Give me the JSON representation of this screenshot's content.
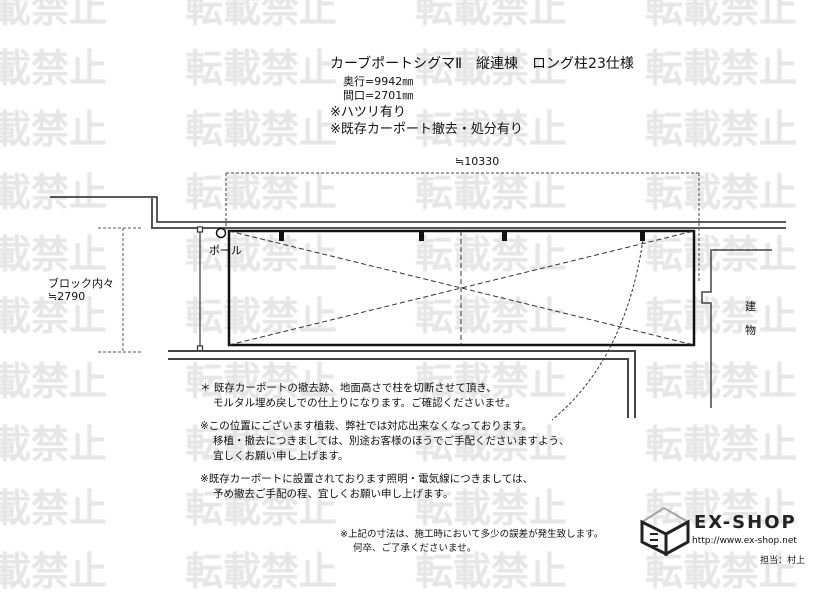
{
  "watermark_text": "転載禁止",
  "header": {
    "title": "カーブポートシグマⅡ　縦連棟　ロング柱23仕様",
    "depth": "奥行=9942㎜",
    "width": "間口=2701㎜",
    "note1": "※ハツリ有り",
    "note2": "※既存カーポート撤去・処分有り"
  },
  "dimensions": {
    "overall": "≒10330",
    "block_label": "ブロック内々",
    "block_value": "≒2790"
  },
  "labels": {
    "pole": "ポール",
    "building_1": "建",
    "building_2": "物"
  },
  "notes": {
    "n1_line1": "＊ 既存カーポートの撤去跡、地面高さで柱を切断させて頂き、",
    "n1_line2": "モルタル埋め戻しでの仕上りになります。ご確認くださいませ。",
    "n2_line1": "※この位置にございます植栽、弊社では対応出来なくなっております。",
    "n2_line2": "移植・撤去につきましては、別途お客様のほうでご手配くださいますよう、",
    "n2_line3": "宜しくお願い申し上げます。",
    "n3_line1": "※既存カーポートに設置されております照明・電気線につきましては、",
    "n3_line2": "予め撤去ご手配の程、宜しくお願い申し上げます。",
    "n4_line1": "※上記の寸法は、施工時において多少の誤差が発生致します。",
    "n4_line2": "何卒、ご了承くださいませ。"
  },
  "footer": {
    "brand": "EX-SHOP",
    "url": "http://www.ex-shop.net",
    "staff": "担当：村上"
  }
}
